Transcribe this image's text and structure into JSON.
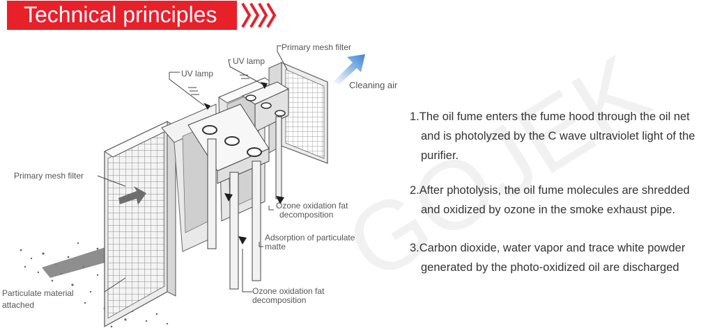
{
  "header": {
    "title": "Technical principles"
  },
  "labels": {
    "primary_mesh_top": "Primary mesh filter",
    "uv_lamp_top": "UV lamp",
    "uv_lamp_left": "UV lamp",
    "cleaning_air": "Cleaning air",
    "primary_mesh_left": "Primary mesh filter",
    "ozone_1_line1": "Ozone oxidation fat",
    "ozone_1_line2": "decomposition",
    "adsorption_line1": "Adsorption of particulate",
    "adsorption_line2": "matte",
    "ozone_2_line1": "Ozone oxidation fat",
    "ozone_2_line2": "decomposition",
    "particulate_line1": "Particulate material",
    "particulate_line2": "attached"
  },
  "watermark": "GOJEK",
  "steps": [
    {
      "line1": "1.The oil  fume enters the fume hood through the oil net",
      "line2": "and is photolyzed by the C wave ultraviolet light of the",
      "line3": "purifier."
    },
    {
      "line1": "2.After photolysis, the oil fume molecules are shredded",
      "line2": "and oxidized by ozone in the smoke exhaust pipe."
    },
    {
      "line1": "3.Carbon dioxide, water vapor and  trace  white powder",
      "line2": "generated by the photo-oxidized oil are discharged"
    }
  ],
  "colors": {
    "accent": "#e8202a",
    "air_arrow": "#4a8fd6"
  }
}
